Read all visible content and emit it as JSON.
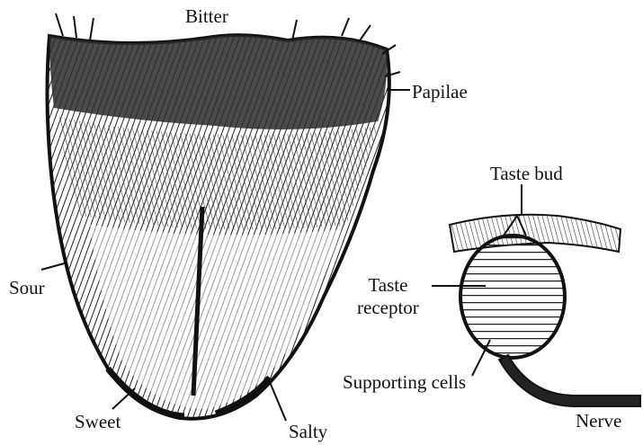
{
  "labels": {
    "bitter": "Bitter",
    "papilae": "Papilae",
    "sour": "Sour",
    "sweet": "Sweet",
    "salty": "Salty",
    "taste_bud": "Taste bud",
    "taste_receptor_line1": "Taste",
    "taste_receptor_line2": "receptor",
    "supporting_cells": "Supporting cells",
    "nerve": "Nerve"
  },
  "colors": {
    "ink": "#111111",
    "background": "#ffffff"
  }
}
